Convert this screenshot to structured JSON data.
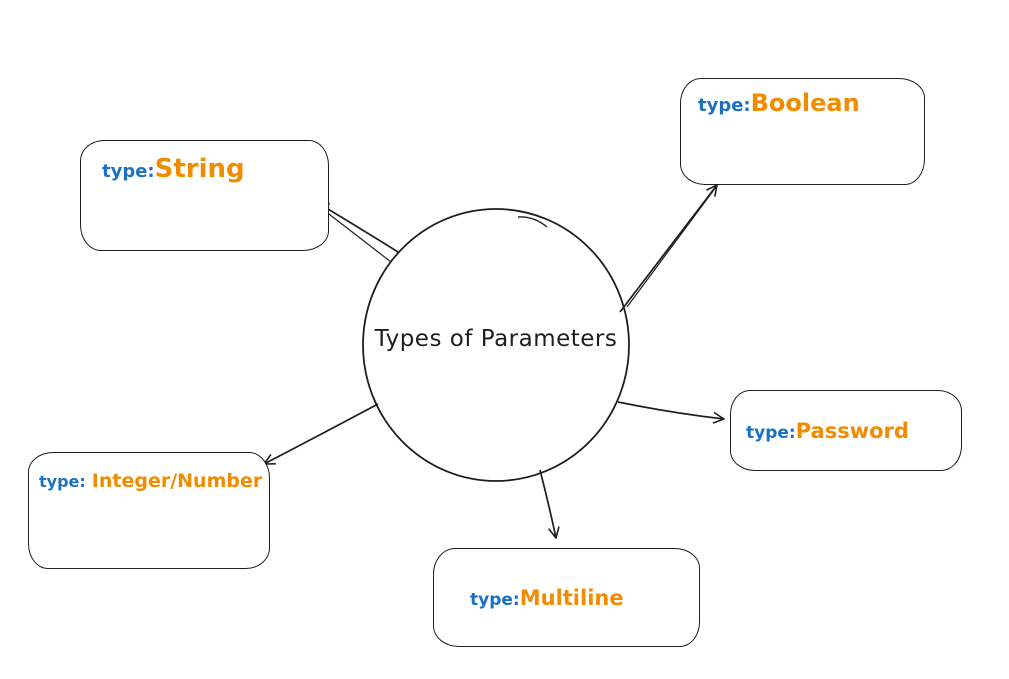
{
  "diagram": {
    "title": "Types of Parameters",
    "nodes": [
      {
        "id": "string",
        "label_prefix": "type:",
        "label_value": "String"
      },
      {
        "id": "boolean",
        "label_prefix": "type:",
        "label_value": "Boolean"
      },
      {
        "id": "password",
        "label_prefix": "type:",
        "label_value": "Password"
      },
      {
        "id": "integer",
        "label_prefix": "type:",
        "label_value": "Integer/Number"
      },
      {
        "id": "multiline",
        "label_prefix": "type:",
        "label_value": "Multiline"
      }
    ],
    "edges": [
      {
        "from": "center",
        "to": "string"
      },
      {
        "from": "center",
        "to": "boolean"
      },
      {
        "from": "center",
        "to": "password"
      },
      {
        "from": "center",
        "to": "integer"
      },
      {
        "from": "center",
        "to": "multiline"
      }
    ],
    "colors": {
      "stroke": "#1e1e1e",
      "type_prefix": "#1971c2",
      "type_value": "#f08c00",
      "background": "#ffffff"
    }
  }
}
